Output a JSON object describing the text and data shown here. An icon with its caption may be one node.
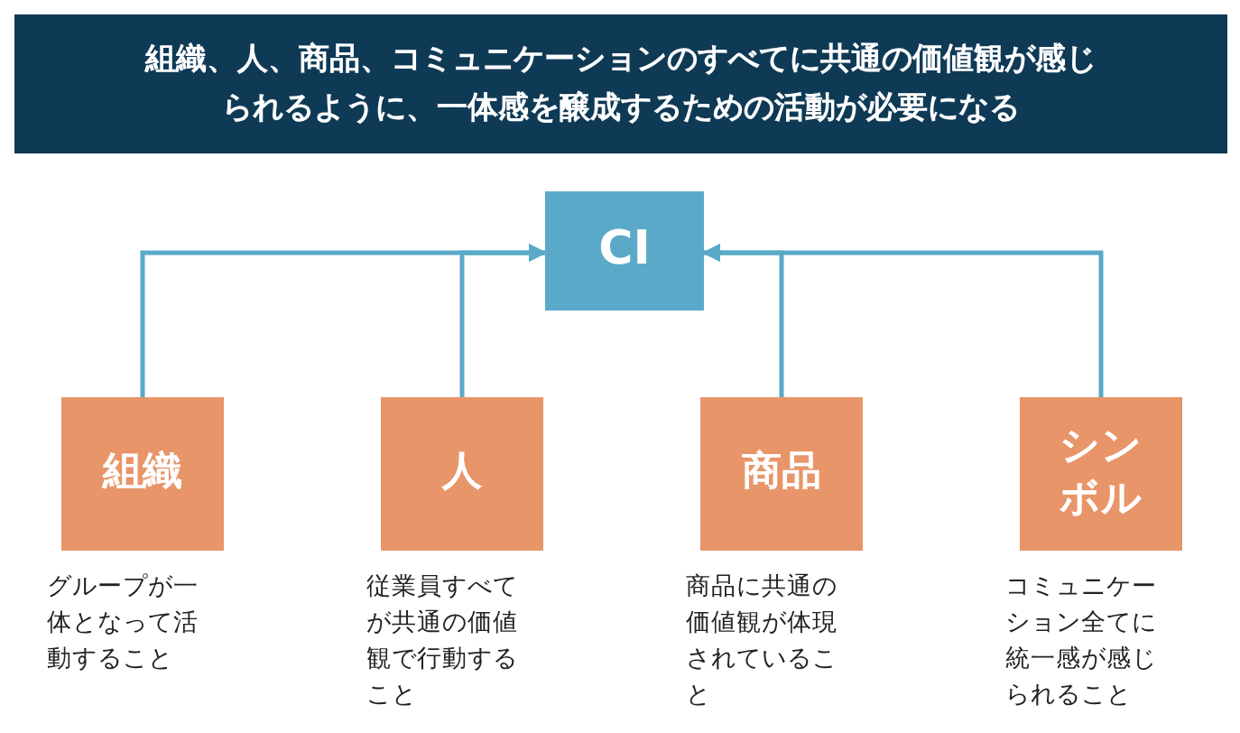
{
  "diagram": {
    "title": "組織、人、商品、コミュニケーションのすべてに共通の価値観が感じられるように、一体感を醸成するための活動が必要になる",
    "nodes": [
      {
        "text": [
          "CI"
        ]
      },
      {
        "text": [
          "組織"
        ],
        "beside": [
          "グループが一体となって活動すること"
        ]
      },
      {
        "text": [
          "人"
        ],
        "beside": [
          "従業員すべてが共通の価値観で行動すること"
        ]
      },
      {
        "text": [
          "商品"
        ],
        "beside": [
          "商品に共通の価値観が体現されていること"
        ]
      },
      {
        "text": [
          "シンボル"
        ],
        "beside": [
          "コミュニケーション全てに統一感が感じられること"
        ]
      }
    ],
    "edges": [
      {
        "from": 1,
        "to": 0,
        "arrow": "to"
      },
      {
        "from": 2,
        "to": 0,
        "arrow": "to"
      },
      {
        "from": 3,
        "to": 0,
        "arrow": "to"
      },
      {
        "from": 4,
        "to": 0,
        "arrow": "to"
      }
    ]
  }
}
